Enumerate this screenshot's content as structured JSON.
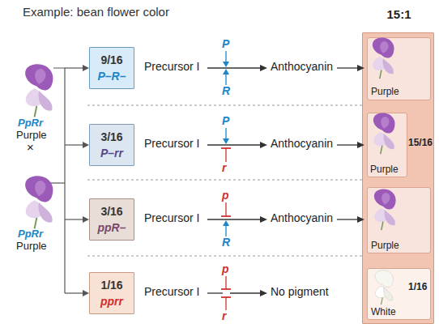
{
  "diagram": {
    "title": "Example: bean flower color",
    "nodes": [
      {
        "text": [
          "9/16",
          "P–R–"
        ]
      },
      {
        "text": [
          "3/16",
          "P–rr"
        ]
      },
      {
        "text": [
          "3/16",
          "ppR–"
        ]
      },
      {
        "text": [
          "1/16",
          "pprr"
        ]
      },
      {
        "text": [
          "15:1"
        ]
      },
      {
        "text": [
          "Purple"
        ],
        "in": 4
      },
      {
        "text": [
          "Purple"
        ],
        "in": 4
      },
      {
        "text": [
          "Purple"
        ],
        "in": 4
      },
      {
        "text": [
          "1/16",
          "White"
        ],
        "in": 4
      }
    ],
    "labels": [
      "PpRr",
      "Purple",
      "×",
      "PpRr",
      "Purple",
      "Precursor I",
      "P",
      "R",
      "Anthocyanin",
      "Precursor I",
      "P",
      "r",
      "Anthocyanin",
      "15/16",
      "Precursor I",
      "p",
      "R",
      "Anthocyanin",
      "Precursor I",
      "p",
      "r",
      "No pigment"
    ]
  }
}
